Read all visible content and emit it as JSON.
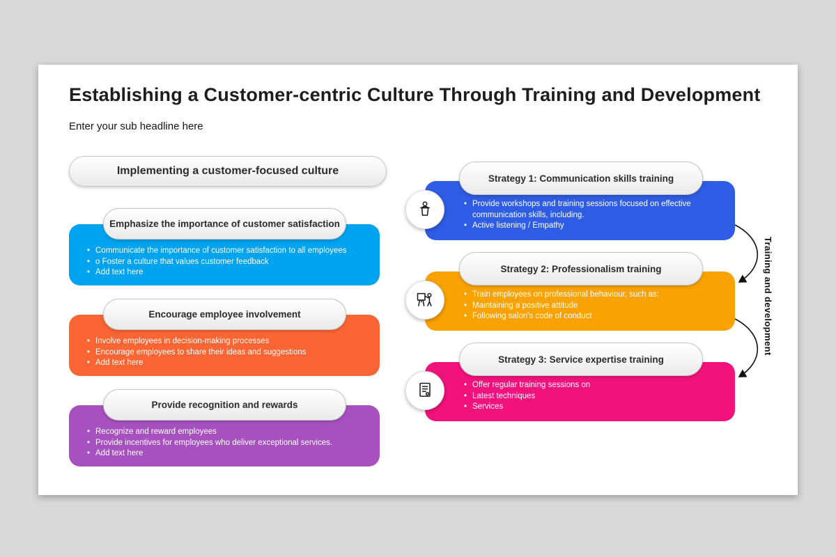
{
  "slide": {
    "title": "Establishing a Customer-centric Culture Through Training and Development",
    "subtitle": "Enter your sub headline here"
  },
  "left_panel": {
    "header": "Implementing a customer-focused culture",
    "blocks": [
      {
        "title": "Emphasize the importance of customer satisfaction",
        "color": "#00A3EF",
        "bullets": [
          "Communicate the importance of customer satisfaction to all employees",
          "o Foster a culture that values customer feedback",
          "Add text here"
        ]
      },
      {
        "title": "Encourage employee involvement",
        "color": "#FB6433",
        "bullets": [
          "Involve employees in decision-making processes",
          "Encourage employees to share their ideas and suggestions",
          "Add text here"
        ]
      },
      {
        "title": "Provide recognition and rewards",
        "color": "#A750BF",
        "bullets": [
          "Recognize and reward employees",
          "Provide incentives for employees who deliver exceptional services.",
          "Add text here"
        ]
      }
    ]
  },
  "right_panel": {
    "side_label": "Training and development",
    "blocks": [
      {
        "title": "Strategy 1: Communication skills training",
        "color": "#2F5CE4",
        "icon": "speaker-podium-icon",
        "bullets": [
          "Provide workshops and training sessions focused on effective communication skills, including.",
          "Active listening / Empathy"
        ]
      },
      {
        "title": "Strategy 2: Professionalism training",
        "color": "#F9A201",
        "icon": "presenter-board-icon",
        "bullets": [
          "Train employees on professional behaviour, such as:",
          "Maintaining a positive attitude",
          "Following salon's code of conduct"
        ]
      },
      {
        "title": "Strategy 3: Service expertise training",
        "color": "#F3127C",
        "icon": "certificate-icon",
        "bullets": [
          "Offer regular training sessions on",
          "Latest techniques",
          "Services"
        ]
      }
    ]
  }
}
